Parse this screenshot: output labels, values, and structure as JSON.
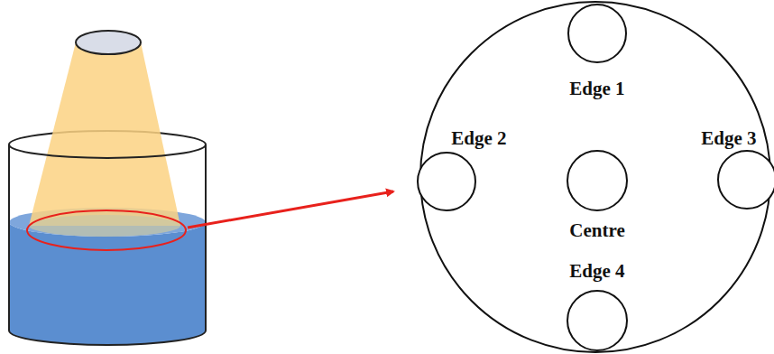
{
  "diagram": {
    "nodes": [
      {
        "text": [
          "Edge 1"
        ]
      },
      {
        "text": [
          "Edge 2"
        ]
      },
      {
        "text": [
          "Edge 3"
        ]
      },
      {
        "text": [
          "Centre"
        ]
      },
      {
        "text": [
          "Edge 4"
        ]
      }
    ]
  }
}
